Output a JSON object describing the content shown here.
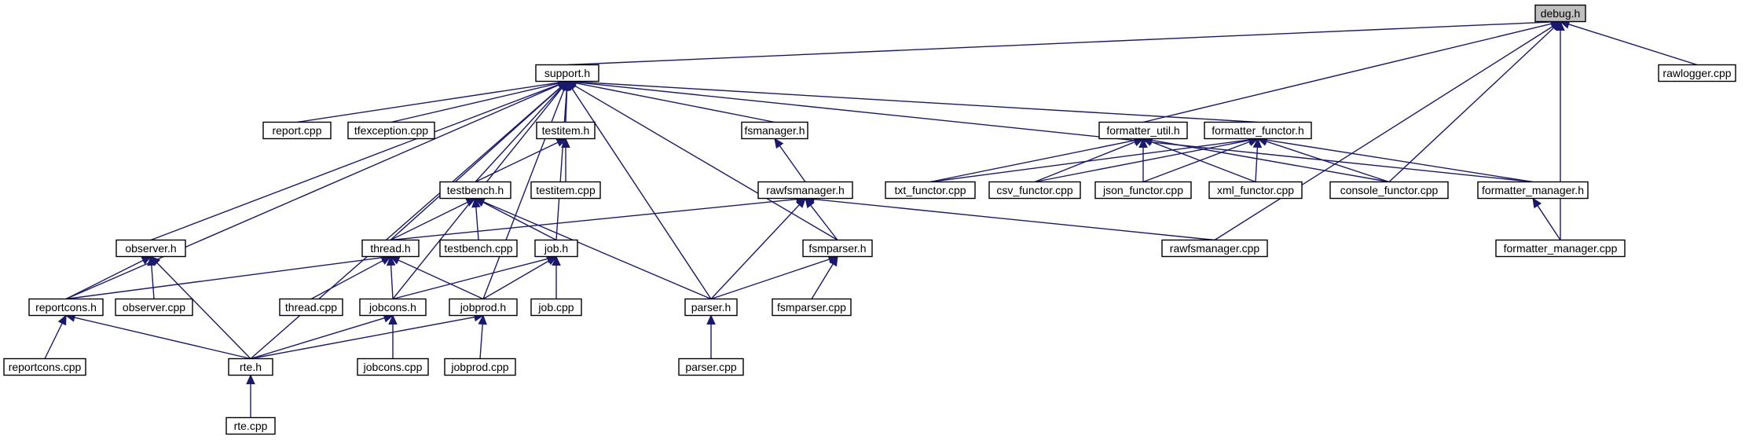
{
  "diagram": {
    "type": "include-dependency-graph",
    "colors": {
      "edge": "#191970",
      "node_fill": "#ffffff",
      "root_fill": "#bfbfbf",
      "border": "#000000"
    },
    "nodes": [
      {
        "id": "debug_h",
        "label": "debug.h",
        "root": true
      },
      {
        "id": "support_h",
        "label": "support.h"
      },
      {
        "id": "rawlogger_cpp",
        "label": "rawlogger.cpp"
      },
      {
        "id": "report_cpp",
        "label": "report.cpp"
      },
      {
        "id": "tfexception_cpp",
        "label": "tfexception.cpp"
      },
      {
        "id": "testitem_h",
        "label": "testitem.h"
      },
      {
        "id": "fsmanager_h",
        "label": "fsmanager.h"
      },
      {
        "id": "formatter_util_h",
        "label": "formatter_util.h"
      },
      {
        "id": "formatter_functor_h",
        "label": "formatter_functor.h"
      },
      {
        "id": "testbench_h",
        "label": "testbench.h"
      },
      {
        "id": "testitem_cpp",
        "label": "testitem.cpp"
      },
      {
        "id": "rawfsmanager_h",
        "label": "rawfsmanager.h"
      },
      {
        "id": "txt_functor_cpp",
        "label": "txt_functor.cpp"
      },
      {
        "id": "csv_functor_cpp",
        "label": "csv_functor.cpp"
      },
      {
        "id": "json_functor_cpp",
        "label": "json_functor.cpp"
      },
      {
        "id": "xml_functor_cpp",
        "label": "xml_functor.cpp"
      },
      {
        "id": "console_functor_cpp",
        "label": "console_functor.cpp"
      },
      {
        "id": "formatter_manager_h",
        "label": "formatter_manager.h"
      },
      {
        "id": "observer_h",
        "label": "observer.h"
      },
      {
        "id": "thread_h",
        "label": "thread.h"
      },
      {
        "id": "testbench_cpp",
        "label": "testbench.cpp"
      },
      {
        "id": "job_h",
        "label": "job.h"
      },
      {
        "id": "fsmparser_h",
        "label": "fsmparser.h"
      },
      {
        "id": "rawfsmanager_cpp",
        "label": "rawfsmanager.cpp"
      },
      {
        "id": "formatter_manager_cpp",
        "label": "formatter_manager.cpp"
      },
      {
        "id": "reportcons_h",
        "label": "reportcons.h"
      },
      {
        "id": "observer_cpp",
        "label": "observer.cpp"
      },
      {
        "id": "thread_cpp",
        "label": "thread.cpp"
      },
      {
        "id": "jobcons_h",
        "label": "jobcons.h"
      },
      {
        "id": "jobprod_h",
        "label": "jobprod.h"
      },
      {
        "id": "job_cpp",
        "label": "job.cpp"
      },
      {
        "id": "parser_h",
        "label": "parser.h"
      },
      {
        "id": "fsmparser_cpp",
        "label": "fsmparser.cpp"
      },
      {
        "id": "reportcons_cpp",
        "label": "reportcons.cpp"
      },
      {
        "id": "rte_h",
        "label": "rte.h"
      },
      {
        "id": "jobcons_cpp",
        "label": "jobcons.cpp"
      },
      {
        "id": "jobprod_cpp",
        "label": "jobprod.cpp"
      },
      {
        "id": "parser_cpp",
        "label": "parser.cpp"
      },
      {
        "id": "rte_cpp",
        "label": "rte.cpp"
      }
    ],
    "edges": [
      {
        "from": "support_h",
        "to": "debug_h"
      },
      {
        "from": "rawlogger_cpp",
        "to": "debug_h"
      },
      {
        "from": "formatter_util_h",
        "to": "debug_h"
      },
      {
        "from": "console_functor_cpp",
        "to": "debug_h"
      },
      {
        "from": "rawfsmanager_cpp",
        "to": "debug_h"
      },
      {
        "from": "formatter_manager_cpp",
        "to": "debug_h"
      },
      {
        "from": "report_cpp",
        "to": "support_h"
      },
      {
        "from": "tfexception_cpp",
        "to": "support_h"
      },
      {
        "from": "testitem_h",
        "to": "support_h"
      },
      {
        "from": "fsmanager_h",
        "to": "support_h"
      },
      {
        "from": "formatter_functor_h",
        "to": "support_h"
      },
      {
        "from": "formatter_manager_h",
        "to": "support_h"
      },
      {
        "from": "testbench_h",
        "to": "support_h"
      },
      {
        "from": "observer_h",
        "to": "support_h"
      },
      {
        "from": "thread_h",
        "to": "support_h"
      },
      {
        "from": "job_h",
        "to": "support_h"
      },
      {
        "from": "fsmparser_h",
        "to": "support_h"
      },
      {
        "from": "parser_h",
        "to": "support_h"
      },
      {
        "from": "reportcons_h",
        "to": "support_h"
      },
      {
        "from": "jobcons_h",
        "to": "support_h"
      },
      {
        "from": "jobprod_h",
        "to": "support_h"
      },
      {
        "from": "rte_h",
        "to": "support_h"
      },
      {
        "from": "testbench_h",
        "to": "testitem_h"
      },
      {
        "from": "testitem_cpp",
        "to": "testitem_h"
      },
      {
        "from": "rawfsmanager_h",
        "to": "fsmanager_h"
      },
      {
        "from": "txt_functor_cpp",
        "to": "formatter_util_h"
      },
      {
        "from": "csv_functor_cpp",
        "to": "formatter_util_h"
      },
      {
        "from": "json_functor_cpp",
        "to": "formatter_util_h"
      },
      {
        "from": "xml_functor_cpp",
        "to": "formatter_util_h"
      },
      {
        "from": "console_functor_cpp",
        "to": "formatter_util_h"
      },
      {
        "from": "txt_functor_cpp",
        "to": "formatter_functor_h"
      },
      {
        "from": "csv_functor_cpp",
        "to": "formatter_functor_h"
      },
      {
        "from": "json_functor_cpp",
        "to": "formatter_functor_h"
      },
      {
        "from": "xml_functor_cpp",
        "to": "formatter_functor_h"
      },
      {
        "from": "console_functor_cpp",
        "to": "formatter_functor_h"
      },
      {
        "from": "formatter_manager_h",
        "to": "formatter_functor_h"
      },
      {
        "from": "formatter_manager_cpp",
        "to": "formatter_manager_h"
      },
      {
        "from": "thread_h",
        "to": "testbench_h"
      },
      {
        "from": "testbench_cpp",
        "to": "testbench_h"
      },
      {
        "from": "job_h",
        "to": "testbench_h"
      },
      {
        "from": "parser_h",
        "to": "testbench_h"
      },
      {
        "from": "thread_h",
        "to": "rawfsmanager_h"
      },
      {
        "from": "fsmparser_h",
        "to": "rawfsmanager_h"
      },
      {
        "from": "parser_h",
        "to": "rawfsmanager_h"
      },
      {
        "from": "rawfsmanager_cpp",
        "to": "rawfsmanager_h"
      },
      {
        "from": "reportcons_h",
        "to": "observer_h"
      },
      {
        "from": "observer_cpp",
        "to": "observer_h"
      },
      {
        "from": "rte_h",
        "to": "observer_h"
      },
      {
        "from": "reportcons_h",
        "to": "thread_h"
      },
      {
        "from": "thread_cpp",
        "to": "thread_h"
      },
      {
        "from": "jobcons_h",
        "to": "thread_h"
      },
      {
        "from": "jobprod_h",
        "to": "thread_h"
      },
      {
        "from": "jobcons_h",
        "to": "job_h"
      },
      {
        "from": "jobprod_h",
        "to": "job_h"
      },
      {
        "from": "job_cpp",
        "to": "job_h"
      },
      {
        "from": "parser_h",
        "to": "fsmparser_h"
      },
      {
        "from": "fsmparser_cpp",
        "to": "fsmparser_h"
      },
      {
        "from": "reportcons_cpp",
        "to": "reportcons_h"
      },
      {
        "from": "rte_h",
        "to": "reportcons_h"
      },
      {
        "from": "rte_h",
        "to": "jobcons_h"
      },
      {
        "from": "jobcons_cpp",
        "to": "jobcons_h"
      },
      {
        "from": "rte_h",
        "to": "jobprod_h"
      },
      {
        "from": "jobprod_cpp",
        "to": "jobprod_h"
      },
      {
        "from": "parser_cpp",
        "to": "parser_h"
      },
      {
        "from": "rte_cpp",
        "to": "rte_h"
      }
    ]
  }
}
